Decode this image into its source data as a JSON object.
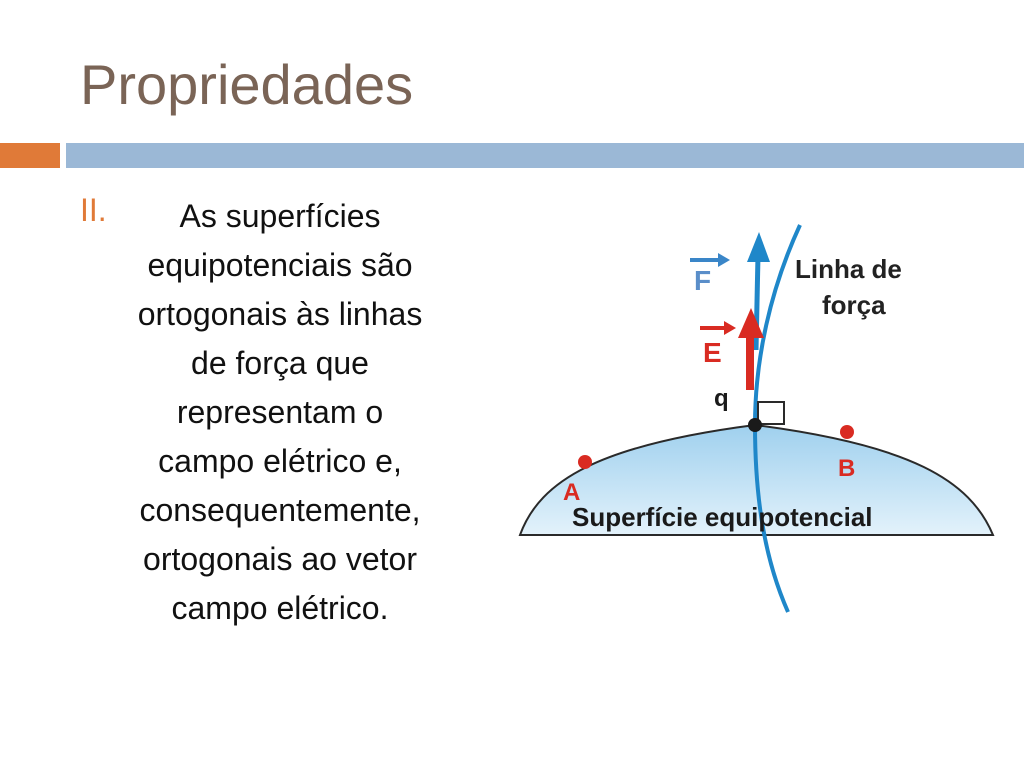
{
  "slide": {
    "title": "Propriedades",
    "accent_colors": {
      "orange": "#e07a38",
      "blue": "#9bb8d6",
      "title": "#7a6456"
    }
  },
  "content": {
    "marker": "II.",
    "lines": [
      "As superfícies",
      "equipotenciais são",
      "ortogonais às linhas",
      "de força que",
      "representam o",
      "campo elétrico e,",
      "consequentemente,",
      "ortogonais ao vetor",
      "campo elétrico."
    ]
  },
  "diagram": {
    "field_line_label_1": "Linha de",
    "field_line_label_2": "força",
    "force_label": "F",
    "field_label": "E",
    "charge_label": "q",
    "point_a_label": "A",
    "point_b_label": "B",
    "surface_label": "Superfície equipotencial",
    "colors": {
      "field_line": "#1f87c9",
      "force_arrow": "#3a86c8",
      "field_arrow": "#d92b22",
      "point": "#d92b22",
      "surface_fill": "#bfe0f4"
    }
  }
}
